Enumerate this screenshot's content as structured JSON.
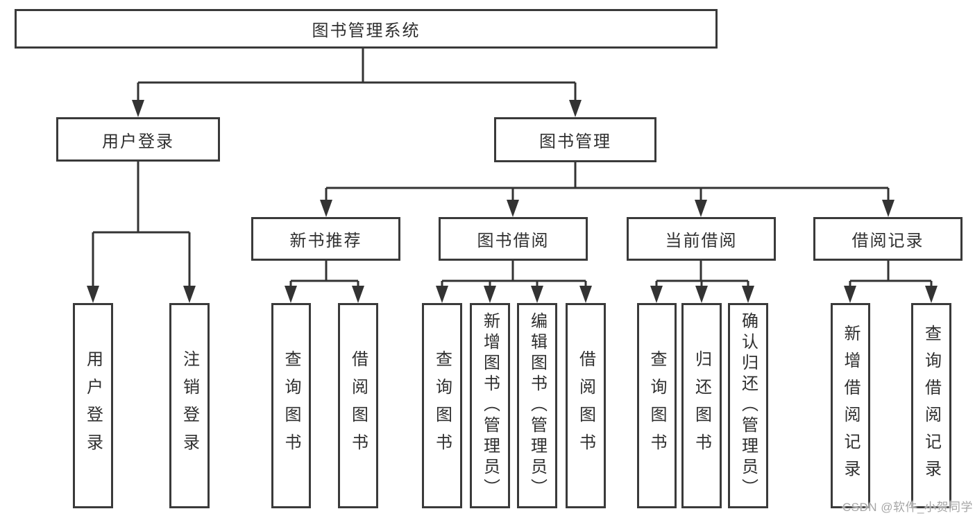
{
  "title": {
    "label": "图书管理系统"
  },
  "level2": {
    "user_login": "用户登录",
    "book_management": "图书管理"
  },
  "level3": {
    "new_book_recommend": "新书推荐",
    "book_borrow": "图书借阅",
    "current_borrow": "当前借阅",
    "borrow_record": "借阅记录"
  },
  "leaves": {
    "user_login": "用户登录",
    "logout": "注销登录",
    "query_books_recommend": "查询图书",
    "borrow_books_recommend": "借阅图书",
    "query_books_borrow": "查询图书",
    "add_books_admin": "新增图书（管理员）",
    "edit_books_admin": "编辑图书（管理员）",
    "borrow_books_borrow": "借阅图书",
    "query_books_current": "查询图书",
    "return_books": "归还图书",
    "confirm_return_admin": "确认归还（管理员）",
    "add_borrow_record": "新增借阅记录",
    "query_borrow_record": "查询借阅记录"
  },
  "watermark": "CSDN @软件_小贺同学",
  "colors": {
    "line": "#333333",
    "border": "#3a3a3a",
    "text": "#2f2f2f",
    "watermark_text": "#a6a6a6",
    "background": "#ffffff"
  }
}
